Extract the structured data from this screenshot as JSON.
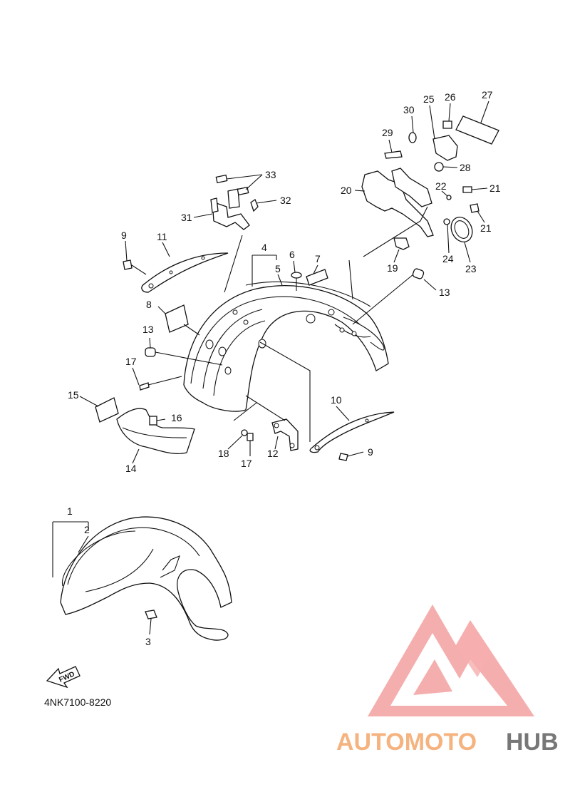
{
  "diagram": {
    "part_code": "4NK7100-8220",
    "direction_label": "FWD",
    "callouts": [
      {
        "id": "c1",
        "label": "1"
      },
      {
        "id": "c2",
        "label": "2"
      },
      {
        "id": "c3",
        "label": "3"
      },
      {
        "id": "c4",
        "label": "4"
      },
      {
        "id": "c5",
        "label": "5"
      },
      {
        "id": "c6",
        "label": "6"
      },
      {
        "id": "c7",
        "label": "7"
      },
      {
        "id": "c8",
        "label": "8"
      },
      {
        "id": "c9a",
        "label": "9"
      },
      {
        "id": "c9b",
        "label": "9"
      },
      {
        "id": "c10",
        "label": "10"
      },
      {
        "id": "c11",
        "label": "11"
      },
      {
        "id": "c12",
        "label": "12"
      },
      {
        "id": "c13a",
        "label": "13"
      },
      {
        "id": "c13b",
        "label": "13"
      },
      {
        "id": "c14",
        "label": "14"
      },
      {
        "id": "c15",
        "label": "15"
      },
      {
        "id": "c16",
        "label": "16"
      },
      {
        "id": "c17a",
        "label": "17"
      },
      {
        "id": "c17b",
        "label": "17"
      },
      {
        "id": "c18",
        "label": "18"
      },
      {
        "id": "c19",
        "label": "19"
      },
      {
        "id": "c20",
        "label": "20"
      },
      {
        "id": "c21a",
        "label": "21"
      },
      {
        "id": "c21b",
        "label": "21"
      },
      {
        "id": "c22",
        "label": "22"
      },
      {
        "id": "c23",
        "label": "23"
      },
      {
        "id": "c24",
        "label": "24"
      },
      {
        "id": "c25",
        "label": "25"
      },
      {
        "id": "c26",
        "label": "26"
      },
      {
        "id": "c27",
        "label": "27"
      },
      {
        "id": "c28",
        "label": "28"
      },
      {
        "id": "c29",
        "label": "29"
      },
      {
        "id": "c30",
        "label": "30"
      },
      {
        "id": "c31",
        "label": "31"
      },
      {
        "id": "c32",
        "label": "32"
      },
      {
        "id": "c33",
        "label": "33"
      }
    ]
  },
  "watermark": {
    "text_accent": "AUTOMOTO",
    "text_dark": "HUB",
    "accent_color": "#f5b37f",
    "dark_color": "#777777",
    "logo_color": "#f28c8c"
  }
}
